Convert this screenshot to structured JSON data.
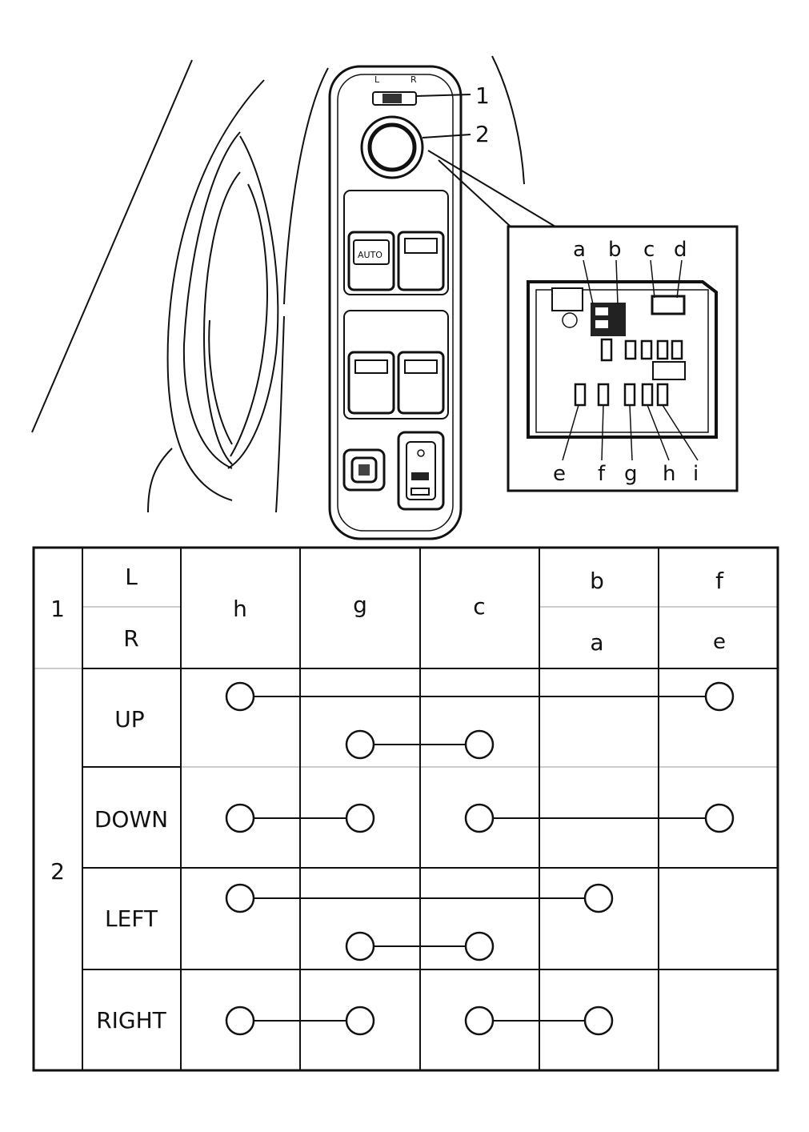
{
  "diagram": {
    "mirror_switch_labels": {
      "left": "L",
      "right": "R"
    },
    "callouts": [
      "1",
      "2"
    ],
    "auto_switch_label": "AUTO",
    "connector": {
      "top_terminals": [
        "a",
        "b",
        "c",
        "d"
      ],
      "bottom_terminals": [
        "e",
        "f",
        "g",
        "h",
        "i"
      ]
    }
  },
  "table": {
    "row1": {
      "label": "1",
      "sub_top": "L",
      "sub_bottom": "R",
      "cols": [
        {
          "top": "h",
          "bottom": ""
        },
        {
          "top": "g",
          "bottom": ""
        },
        {
          "top": "c",
          "bottom": ""
        },
        {
          "top": "b",
          "bottom": "a"
        },
        {
          "top": "f",
          "bottom": "e"
        }
      ]
    },
    "row2": {
      "label": "2",
      "positions": [
        {
          "name": "UP",
          "connections": [
            [
              0,
              4
            ],
            [
              1,
              2
            ]
          ]
        },
        {
          "name": "DOWN",
          "connections": [
            [
              0,
              1
            ],
            [
              2,
              4
            ]
          ]
        },
        {
          "name": "LEFT",
          "connections": [
            [
              0,
              3
            ],
            [
              1,
              2
            ]
          ]
        },
        {
          "name": "RIGHT",
          "connections": [
            [
              0,
              1
            ],
            [
              2,
              3
            ]
          ]
        }
      ]
    }
  }
}
